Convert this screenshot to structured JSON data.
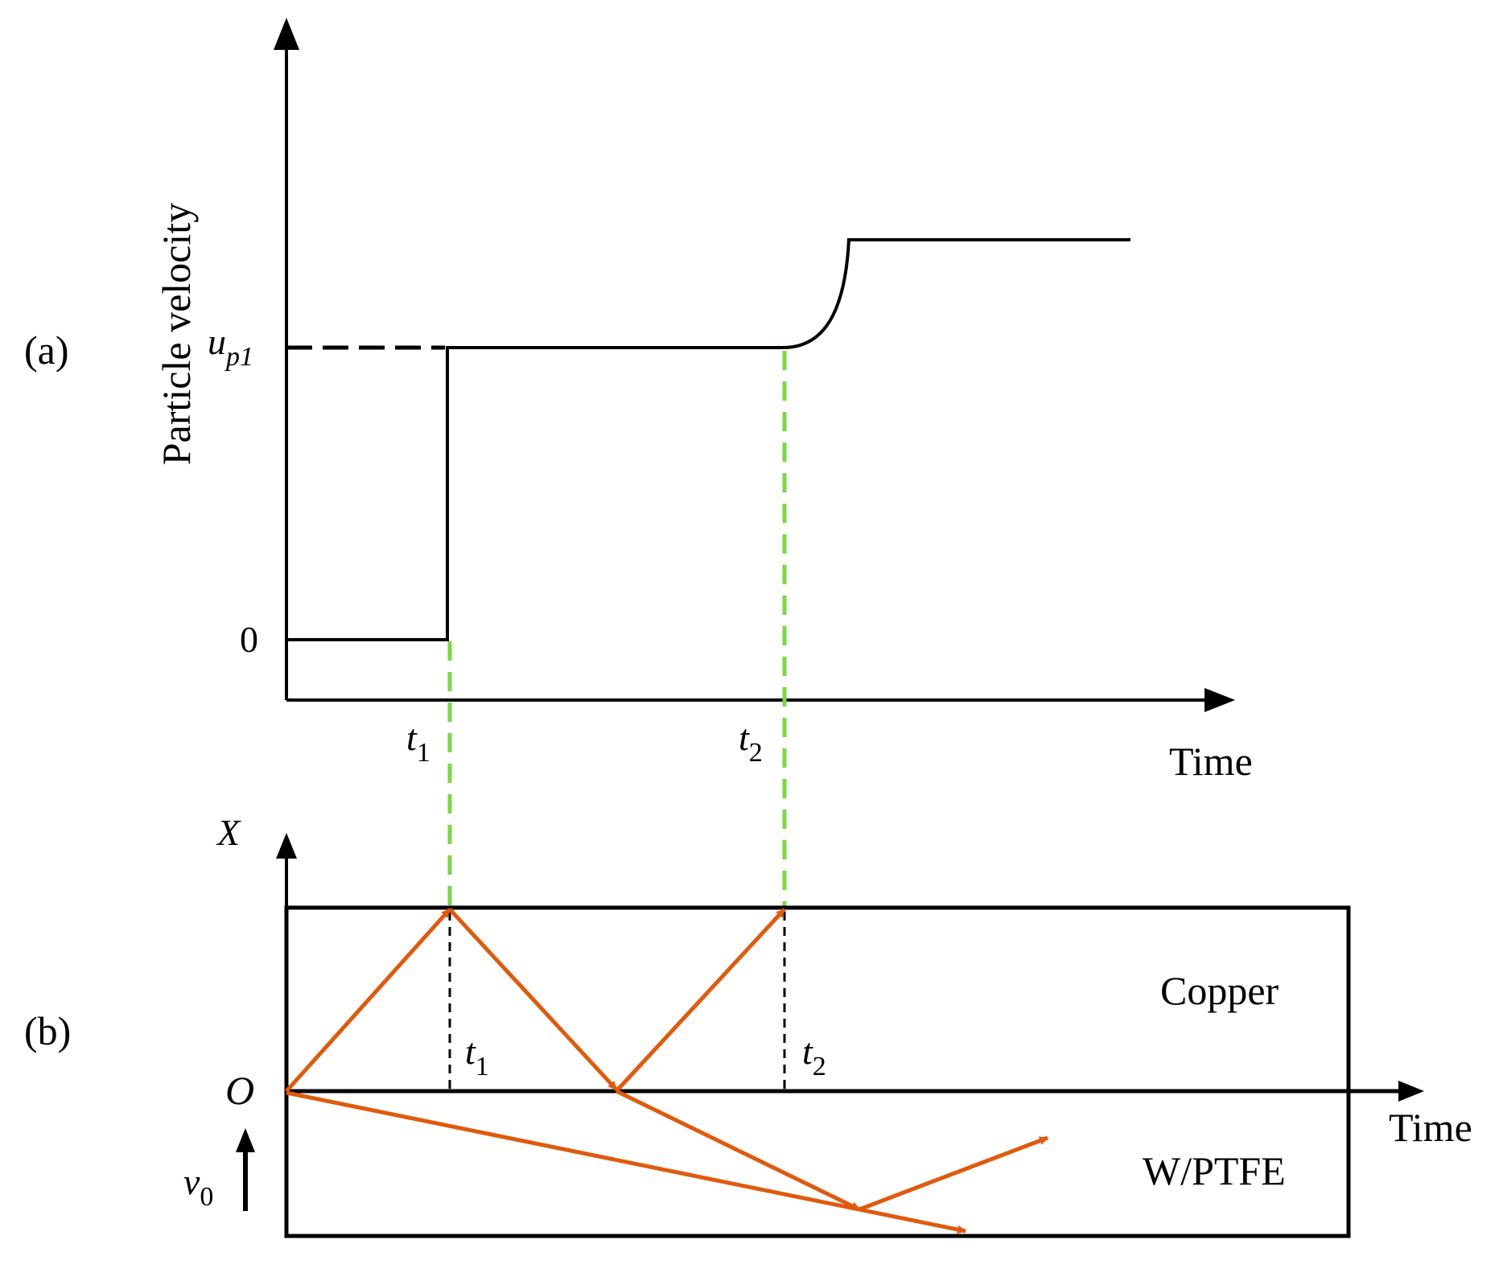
{
  "colors": {
    "ink": "#000000",
    "wave": "#e05a0c",
    "guide": "#79d940"
  },
  "panel_a": {
    "tag": "(a)",
    "ylabel": "Particle velocity",
    "xlabel": "Time",
    "y_tick_zero": "0",
    "y_tick_up1": {
      "base": "u",
      "sub": "p1"
    },
    "t1": {
      "base": "t",
      "sub": "1"
    },
    "t2": {
      "base": "t",
      "sub": "2"
    }
  },
  "panel_b": {
    "tag": "(b)",
    "ylabel": "X",
    "xlabel": "Time",
    "origin": "O",
    "t1": {
      "base": "t",
      "sub": "1"
    },
    "t2": {
      "base": "t",
      "sub": "2"
    },
    "layer_top": "Copper",
    "layer_bottom": "W/PTFE",
    "velocity": {
      "base": "v",
      "sub": "0"
    }
  }
}
